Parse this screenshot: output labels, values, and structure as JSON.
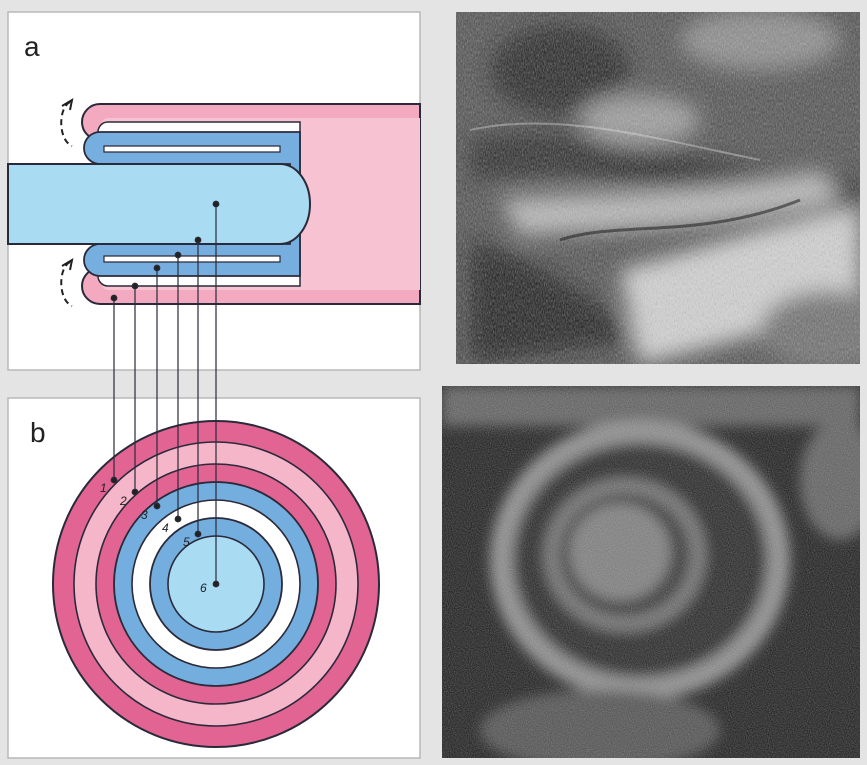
{
  "panels": {
    "a": {
      "letter": "a"
    },
    "b": {
      "letter": "b"
    }
  },
  "layer_labels": [
    "1",
    "2",
    "3",
    "4",
    "5",
    "6"
  ],
  "colors": {
    "background": "#e4e4e4",
    "panel": "#ffffff",
    "pink": "#f0a8bd",
    "pink_dark": "#dc5f8e",
    "blue": "#74aede",
    "blue_light": "#a8d9f1",
    "outline": "#2a2a3a"
  }
}
